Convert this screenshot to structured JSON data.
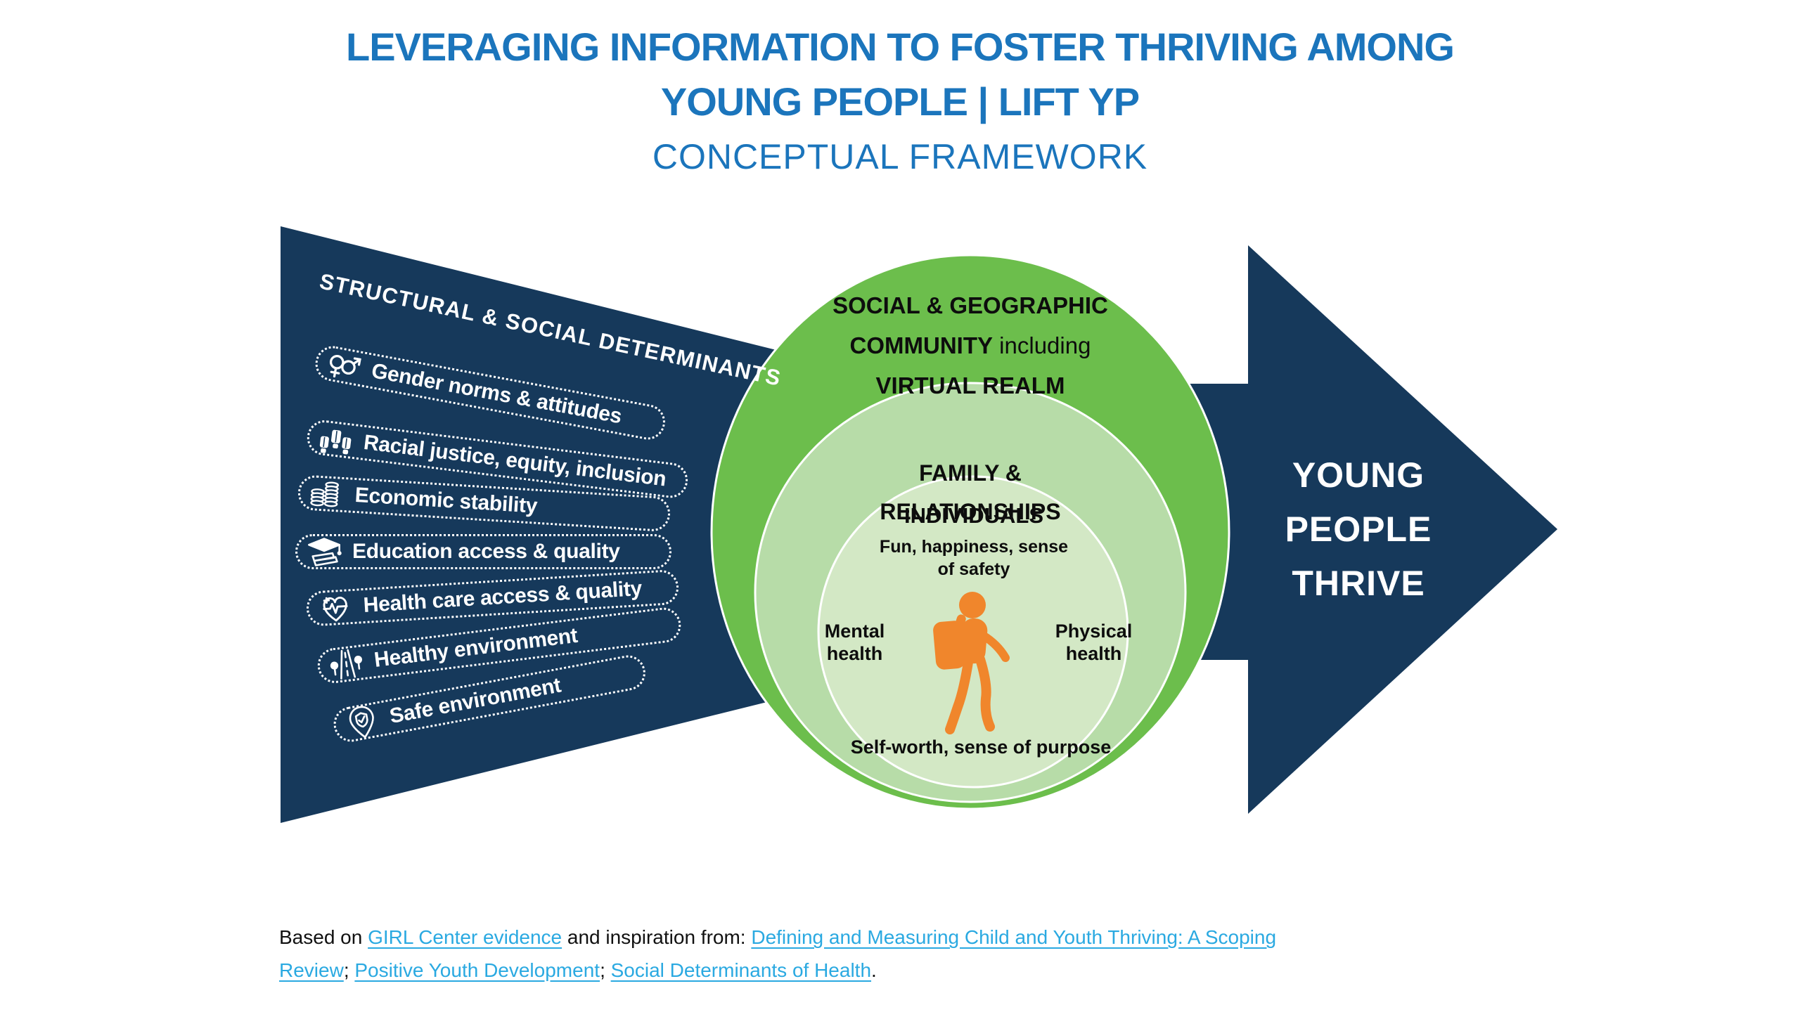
{
  "title": {
    "line1": "LEVERAGING INFORMATION TO FOSTER THRIVING AMONG",
    "line2": "YOUNG PEOPLE | LIFT YP",
    "line3": "CONCEPTUAL FRAMEWORK"
  },
  "determinants": {
    "heading": "STRUCTURAL & SOCIAL DETERMINANTS",
    "items": [
      {
        "icon": "gender-icon",
        "label": "Gender norms & attitudes"
      },
      {
        "icon": "fists-icon",
        "label": "Racial justice, equity, inclusion"
      },
      {
        "icon": "coins-icon",
        "label": "Economic stability"
      },
      {
        "icon": "education-icon",
        "label": "Education access & quality"
      },
      {
        "icon": "healthcare-icon",
        "label": "Health care access & quality"
      },
      {
        "icon": "road-trees-icon",
        "label": "Healthy environment"
      },
      {
        "icon": "pin-shield-icon",
        "label": "Safe environment"
      }
    ]
  },
  "community": {
    "line1_bold": "SOCIAL & GEOGRAPHIC",
    "line2_bold": "COMMUNITY",
    "line2_regular": " including",
    "line3_bold": "VIRTUAL REALM"
  },
  "family": {
    "line1": "FAMILY &",
    "line2": "RELATIONSHIPS"
  },
  "individuals": {
    "heading": "INDIVIDUALS",
    "top_line1": "Fun, happiness, sense",
    "top_line2": "of safety",
    "left_line1": "Mental",
    "left_line2": "health",
    "right_line1": "Physical",
    "right_line2": "health",
    "bottom": "Self-worth, sense of purpose",
    "figure": "young-person-with-backpack"
  },
  "outcome": {
    "line1": "YOUNG",
    "line2": "PEOPLE",
    "line3": "THRIVE"
  },
  "footer": {
    "prefix": "Based on ",
    "link1": "GIRL Center evidence",
    "middle": " and inspiration from: ",
    "link2": "Defining and Measuring Child and Youth Thriving: A Scoping Review",
    "sep2": "; ",
    "link3": "Positive Youth Development",
    "sep3": "; ",
    "link4": "Social Determinants of Health",
    "suffix": "."
  },
  "colors": {
    "title_blue": "#1B75BC",
    "navy": "#16395B",
    "outer_green": "#6CBE4C",
    "middle_green": "#B7DCA8",
    "inner_green": "#D3E8C5",
    "orange": "#F0862C",
    "link_blue": "#2AA9E1",
    "text_black": "#111111",
    "white": "#FFFFFF"
  }
}
